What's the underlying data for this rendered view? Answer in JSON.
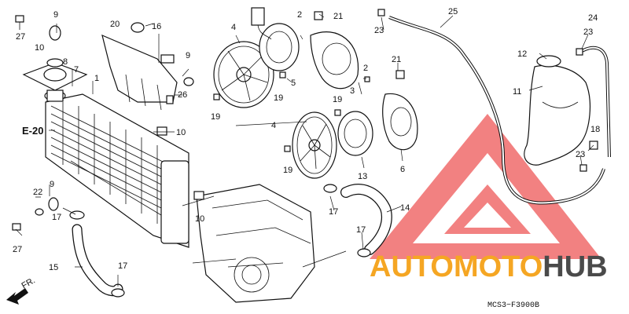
{
  "diagram": {
    "reference_label": "E-20",
    "front_indicator": "FR.",
    "diagram_code": "MCS3−F3900B",
    "watermark": {
      "text_part1": "AUTOMOTO",
      "text_part2": "HUB",
      "color_orange": "#f5a623",
      "color_grey": "#4a4a4a",
      "triangle_color": "#f06b6b"
    },
    "callouts": [
      {
        "id": "c1",
        "text": "1"
      },
      {
        "id": "c2a",
        "text": "2"
      },
      {
        "id": "c2b",
        "text": "2"
      },
      {
        "id": "c3",
        "text": "3"
      },
      {
        "id": "c4a",
        "text": "4"
      },
      {
        "id": "c4b",
        "text": "4"
      },
      {
        "id": "c5",
        "text": "5"
      },
      {
        "id": "c6",
        "text": "6"
      },
      {
        "id": "c7",
        "text": "7"
      },
      {
        "id": "c8",
        "text": "8"
      },
      {
        "id": "c9a",
        "text": "9"
      },
      {
        "id": "c9b",
        "text": "9"
      },
      {
        "id": "c9c",
        "text": "9"
      },
      {
        "id": "c10a",
        "text": "10"
      },
      {
        "id": "c10b",
        "text": "10"
      },
      {
        "id": "c10c",
        "text": "10"
      },
      {
        "id": "c11",
        "text": "11"
      },
      {
        "id": "c12",
        "text": "12"
      },
      {
        "id": "c13",
        "text": "13"
      },
      {
        "id": "c14",
        "text": "14"
      },
      {
        "id": "c15",
        "text": "15"
      },
      {
        "id": "c16",
        "text": "16"
      },
      {
        "id": "c17a",
        "text": "17"
      },
      {
        "id": "c17b",
        "text": "17"
      },
      {
        "id": "c17c",
        "text": "17"
      },
      {
        "id": "c17d",
        "text": "17"
      },
      {
        "id": "c18",
        "text": "18"
      },
      {
        "id": "c19a",
        "text": "19"
      },
      {
        "id": "c19b",
        "text": "19"
      },
      {
        "id": "c19c",
        "text": "19"
      },
      {
        "id": "c19d",
        "text": "19"
      },
      {
        "id": "c20",
        "text": "20"
      },
      {
        "id": "c21a",
        "text": "21"
      },
      {
        "id": "c21b",
        "text": "21"
      },
      {
        "id": "c22",
        "text": "22"
      },
      {
        "id": "c23a",
        "text": "23"
      },
      {
        "id": "c23b",
        "text": "23"
      },
      {
        "id": "c23c",
        "text": "23"
      },
      {
        "id": "c24",
        "text": "24"
      },
      {
        "id": "c25",
        "text": "25"
      },
      {
        "id": "c26",
        "text": "26"
      },
      {
        "id": "c27a",
        "text": "27"
      },
      {
        "id": "c27b",
        "text": "27"
      }
    ]
  }
}
